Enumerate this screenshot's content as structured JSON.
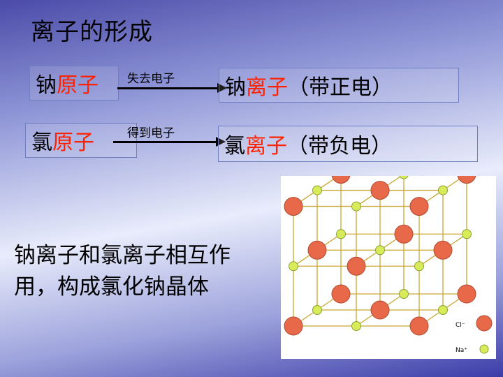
{
  "title": "离子的形成",
  "rows": [
    {
      "source_prefix": "钠",
      "source_suffix": "原子",
      "process": "失去电子",
      "result_prefix": "钠",
      "result_mid": "离子",
      "result_suffix": "（带正电）"
    },
    {
      "source_prefix": "氯",
      "source_suffix": "原子",
      "process": "得到电子",
      "result_prefix": "氯",
      "result_mid": "离子",
      "result_suffix": "（带负电）"
    }
  ],
  "description": "钠离子和氯离子相互作用，构成氯化钠晶体",
  "legend": {
    "cl_label": "Cl⁻",
    "na_label": "Na⁺"
  },
  "colors": {
    "highlight": "#ff2200",
    "cl_ion": "#e8684a",
    "na_ion": "#d8ec5a"
  }
}
